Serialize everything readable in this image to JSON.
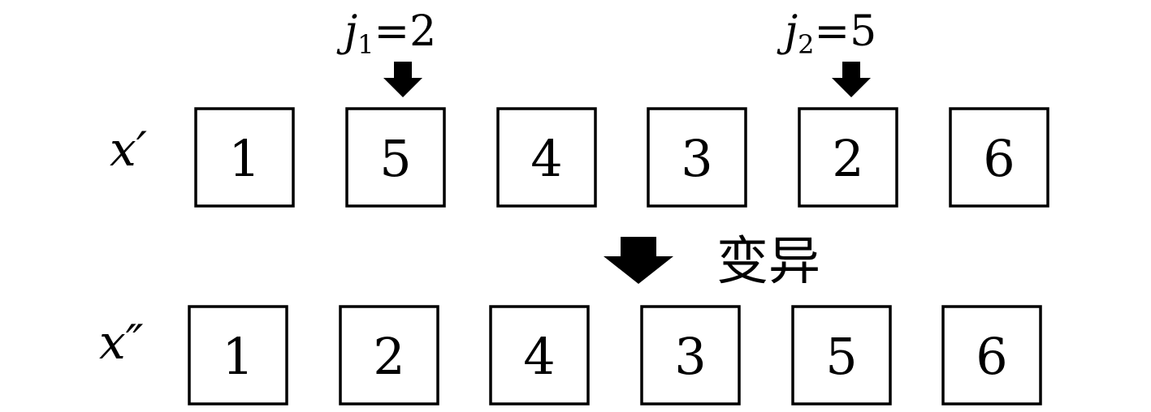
{
  "indices": [
    {
      "var": "j",
      "sub": "1",
      "eq": "=",
      "value": "2"
    },
    {
      "var": "j",
      "sub": "2",
      "eq": "=",
      "value": "5"
    }
  ],
  "rows": [
    {
      "label": "x′",
      "cells": [
        "1",
        "5",
        "4",
        "3",
        "2",
        "6"
      ]
    },
    {
      "label": "x″",
      "cells": [
        "1",
        "2",
        "4",
        "3",
        "5",
        "6"
      ]
    }
  ],
  "operation_label": "变异"
}
